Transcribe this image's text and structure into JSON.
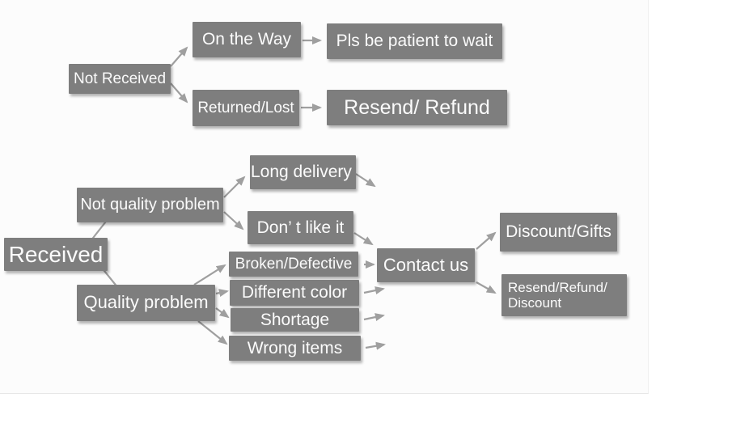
{
  "diagram": {
    "description": "Order handling flowchart",
    "nodes": {
      "not_received": "Not Received",
      "on_the_way": "On the Way",
      "pls_be_patient": "Pls be patient to wait",
      "returned_lost": "Returned/Lost",
      "resend_refund": "Resend/ Refund",
      "received": "Received",
      "not_quality_problem": "Not quality problem",
      "long_delivery": "Long delivery",
      "dont_like_it": "Don’ t like it",
      "quality_problem": "Quality problem",
      "broken_defective": "Broken/Defective",
      "different_color": "Different color",
      "shortage": "Shortage",
      "wrong_items": "Wrong items",
      "contact_us": "Contact us",
      "discount_gifts": "Discount/Gifts",
      "resend_refund_discount": {
        "line1": "Resend/Refund/",
        "line2": "Discount"
      }
    },
    "edges": [
      {
        "from": "Not Received",
        "to": "On the Way"
      },
      {
        "from": "On the Way",
        "to": "Pls be patient to wait"
      },
      {
        "from": "Not Received",
        "to": "Returned/Lost"
      },
      {
        "from": "Returned/Lost",
        "to": "Resend/ Refund"
      },
      {
        "from": "Received",
        "to": "Not quality problem"
      },
      {
        "from": "Received",
        "to": "Quality problem"
      },
      {
        "from": "Not quality problem",
        "to": "Long delivery"
      },
      {
        "from": "Not quality problem",
        "to": "Don’ t like it"
      },
      {
        "from": "Long delivery",
        "to": "Contact us"
      },
      {
        "from": "Don’ t like it",
        "to": "Contact us"
      },
      {
        "from": "Quality problem",
        "to": "Broken/Defective"
      },
      {
        "from": "Quality problem",
        "to": "Different color"
      },
      {
        "from": "Quality problem",
        "to": "Shortage"
      },
      {
        "from": "Quality problem",
        "to": "Wrong items"
      },
      {
        "from": "Broken/Defective",
        "to": "Contact us"
      },
      {
        "from": "Different color",
        "to": "Contact us"
      },
      {
        "from": "Shortage",
        "to": "Contact us"
      },
      {
        "from": "Wrong items",
        "to": "Contact us"
      },
      {
        "from": "Contact us",
        "to": "Discount/Gifts"
      },
      {
        "from": "Contact us",
        "to": "Resend/Refund/Discount"
      }
    ],
    "colors": {
      "node_fill": "#7e7e7e",
      "node_text": "#fbfbfb",
      "arrow": "#9f9f9f",
      "background": "#ffffff"
    }
  }
}
